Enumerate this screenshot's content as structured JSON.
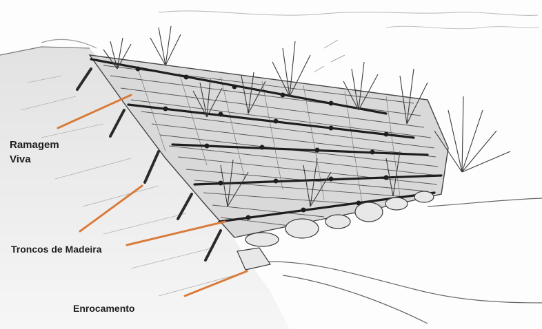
{
  "labels": {
    "ramagem_line1": "Ramagem",
    "ramagem_line2": "Viva",
    "troncos": "Troncos de Madeira",
    "enrocamento": "Enrocamento"
  },
  "colors": {
    "pointer": "#d97b3a",
    "ink": "#2b2b2b",
    "shading": "#c9c9c9",
    "background": "#fdfdfd"
  }
}
